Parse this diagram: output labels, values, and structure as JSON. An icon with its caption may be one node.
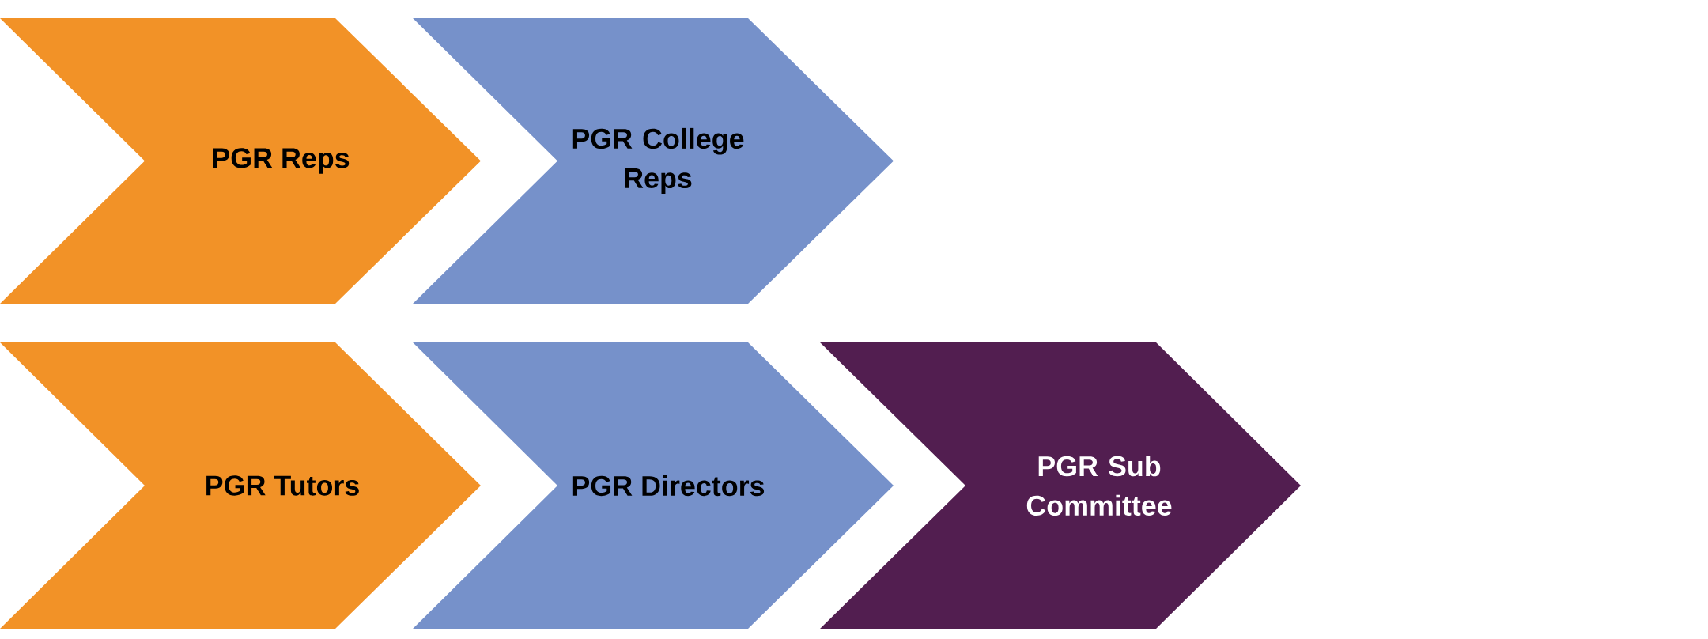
{
  "diagram": {
    "nodes": [
      {
        "text": [
          "PGR Reps"
        ]
      },
      {
        "text": [
          "PGR College Reps"
        ]
      },
      {
        "text": [
          "PGR Tutors"
        ]
      },
      {
        "text": [
          "PGR Directors"
        ]
      },
      {
        "text": [
          "PGR Sub Committee"
        ]
      }
    ]
  }
}
